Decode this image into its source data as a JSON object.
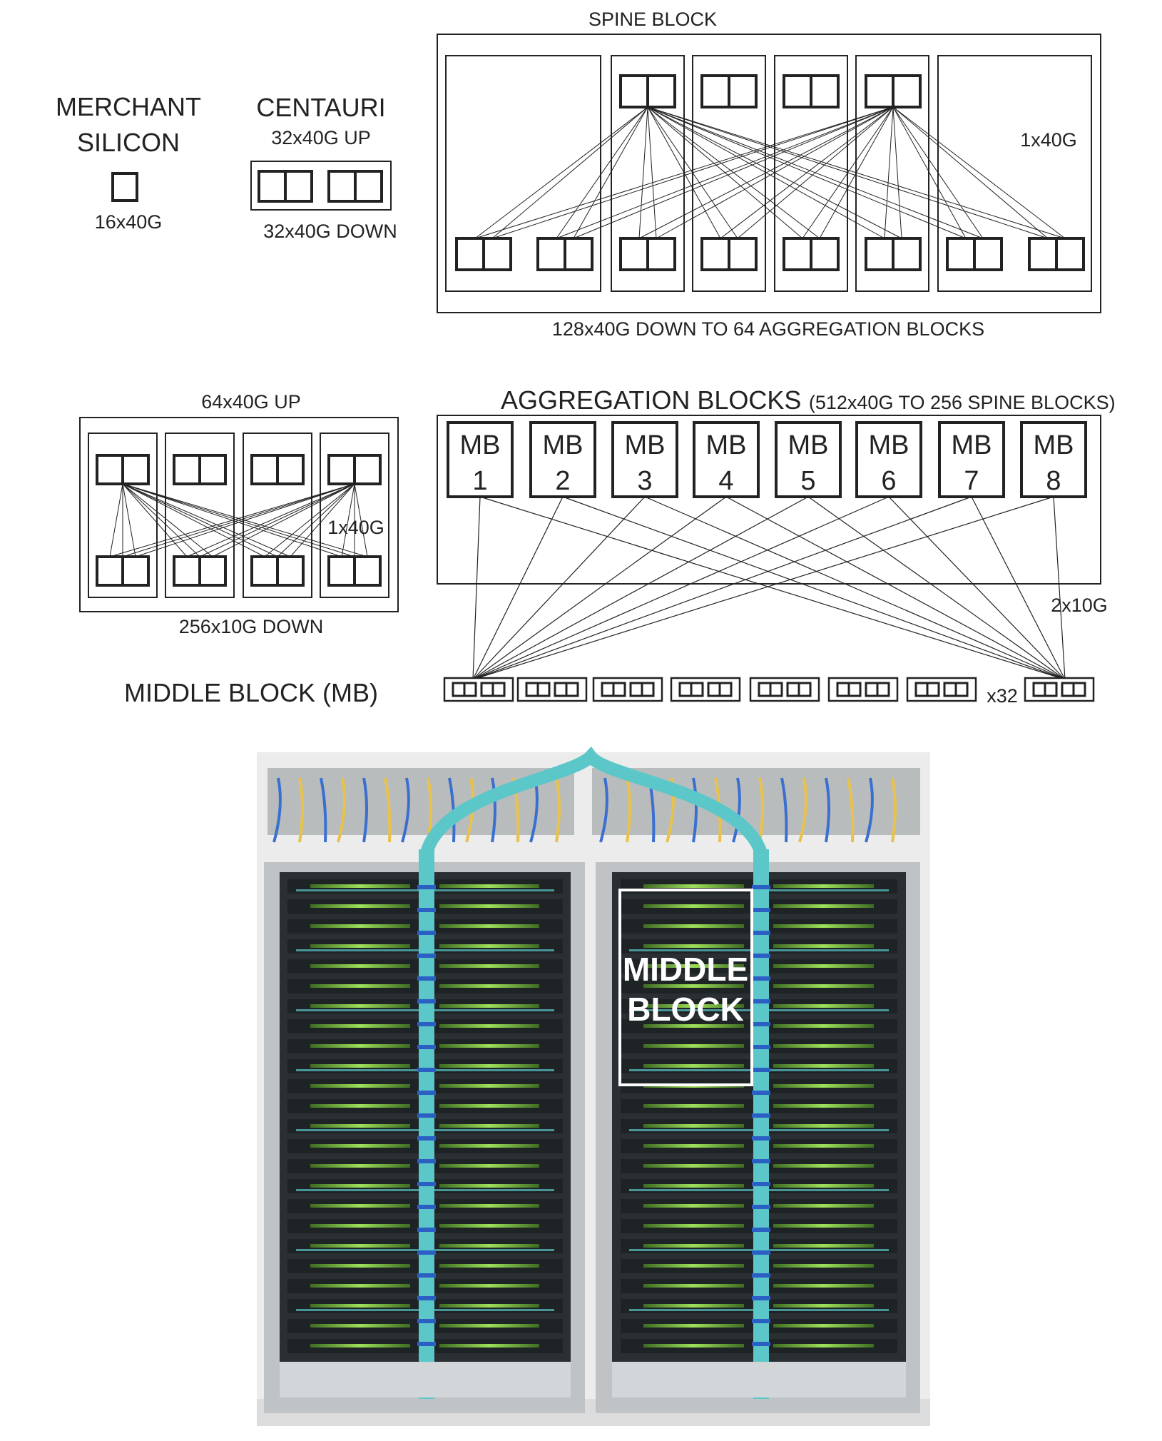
{
  "merchant_silicon": {
    "title_line1": "MERCHANT",
    "title_line2": "SILICON",
    "ports": "16x40G"
  },
  "centauri": {
    "title": "CENTAURI",
    "up": "32x40G UP",
    "down": "32x40G DOWN"
  },
  "spine_block": {
    "title": "SPINE BLOCK",
    "link": "1x40G",
    "bottom": "128x40G DOWN TO 64 AGGREGATION BLOCKS"
  },
  "middle_block": {
    "up": "64x40G UP",
    "link": "1x40G",
    "down": "256x10G DOWN",
    "caption": "MIDDLE BLOCK (MB)"
  },
  "aggregation_blocks": {
    "title": "AGGREGATION BLOCKS",
    "subtitle": "(512x40G TO 256 SPINE BLOCKS)",
    "mb_prefix": "MB",
    "mb_numbers": [
      "1",
      "2",
      "3",
      "4",
      "5",
      "6",
      "7",
      "8"
    ],
    "link": "2x10G",
    "multiplier": "x32"
  },
  "photo": {
    "label_line1": "MIDDLE",
    "label_line2": "BLOCK"
  },
  "colors": {
    "line": "#222222",
    "photo_bg": "#ececec",
    "rack_frame": "#bfc3c6",
    "rack_inner": "#2a2f33",
    "led": "#8fd14f",
    "cable": "#5bc7c9",
    "cable_yellow": "#e8c24a",
    "highlight": "#ffffff"
  }
}
